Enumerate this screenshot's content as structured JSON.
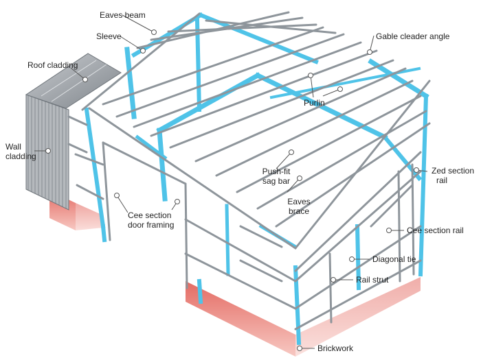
{
  "labels": {
    "eaves_beam": "Eaves beam",
    "sleeve": "Sleeve",
    "roof_cladding": "Roof cladding",
    "gable_cleader_angle": "Gable cleader angle",
    "purlin": "Purlin",
    "wall_cladding_1": "Wall",
    "wall_cladding_2": "cladding",
    "push_fit_1": "Push-fit",
    "push_fit_2": "sag bar",
    "eaves_brace_1": "Eaves",
    "eaves_brace_2": "brace",
    "zed_1": "Zed section",
    "zed_2": "rail",
    "cee_door_1": "Cee section",
    "cee_door_2": "door framing",
    "cee_rail": "Cee section rail",
    "diagonal_tie": "Diagonal tie",
    "rail_strut": "Rail strut",
    "brickwork": "Brickwork"
  },
  "colors": {
    "steel_blue": "#4fc3e8",
    "steel_grey": "#8e959b",
    "cladding_grey": "#a7abaf",
    "brick": "#e89a94",
    "leader": "#555555"
  }
}
